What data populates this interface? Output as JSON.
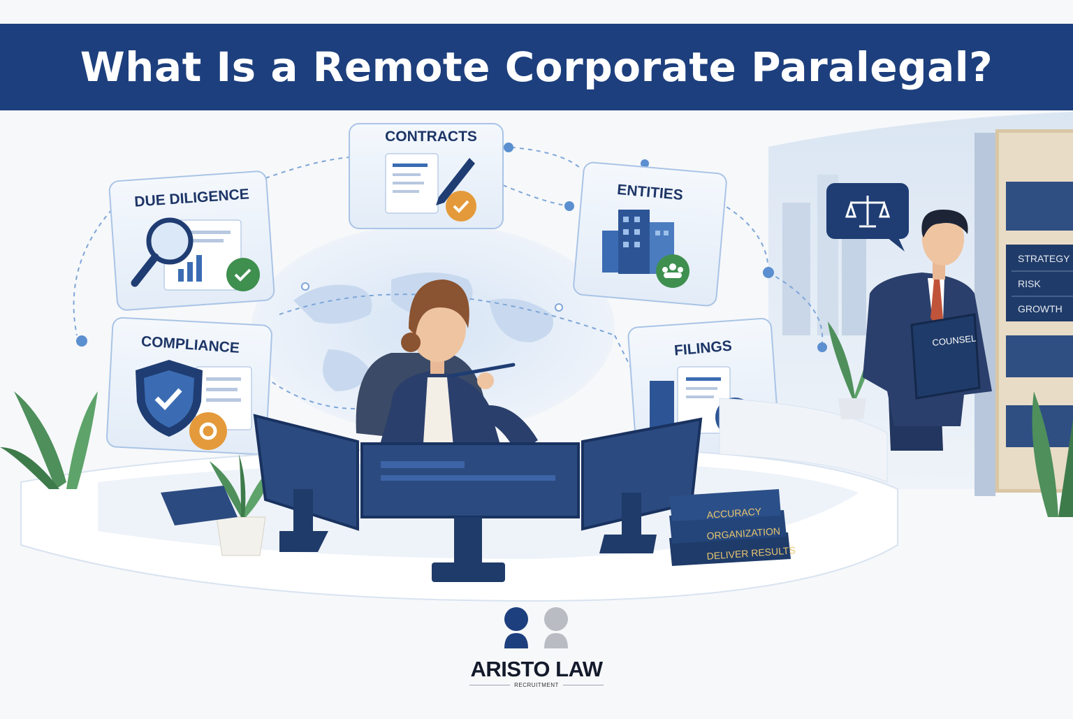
{
  "header": {
    "title": "What Is a Remote Corporate Paralegal?"
  },
  "cards": [
    {
      "id": "contracts",
      "title": "CONTRACTS",
      "icon": "contract-pen-check-icon"
    },
    {
      "id": "due-diligence",
      "title": "DUE DILIGENCE",
      "icon": "magnifier-chart-icon"
    },
    {
      "id": "entities",
      "title": "ENTITIES",
      "icon": "buildings-people-icon"
    },
    {
      "id": "compliance",
      "title": "COMPLIANCE",
      "icon": "shield-gear-icon"
    },
    {
      "id": "filings",
      "title": "FILINGS",
      "icon": "documents-bank-icon"
    }
  ],
  "office": {
    "board_items": [
      "STRATEGY",
      "RISK",
      "GROWTH"
    ],
    "folder_label": "COUNSEL",
    "speech_icon": "scales-of-justice-icon"
  },
  "desk": {
    "books": [
      "ACCURACY",
      "ORGANIZATION",
      "DELIVER RESULTS"
    ]
  },
  "logo": {
    "name": "ARISTO LAW",
    "subtitle": "RECRUITMENT"
  },
  "colors": {
    "navy": "#1d3f7d",
    "orange": "#e49a3a",
    "green": "#3f8f4f",
    "light-blue": "#dfe9f6"
  }
}
